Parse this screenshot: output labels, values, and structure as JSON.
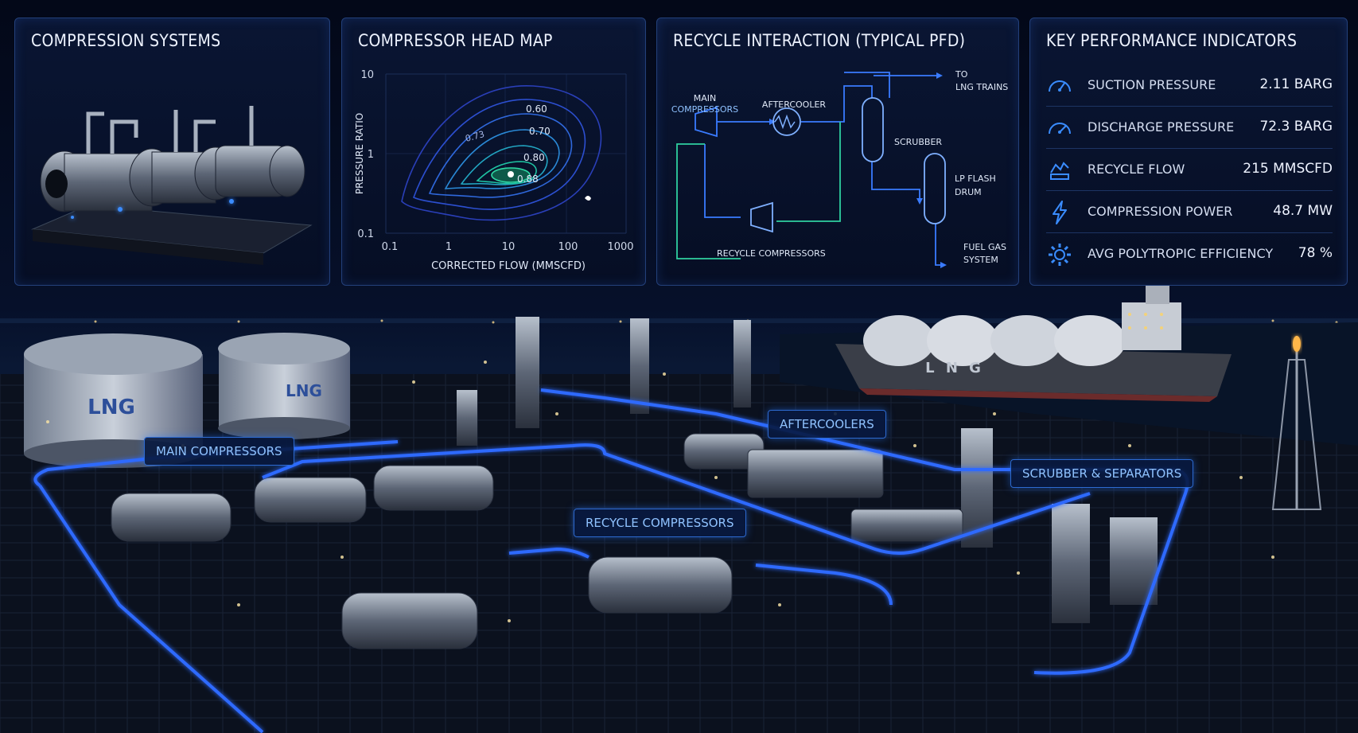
{
  "panels": {
    "compression_systems": {
      "title": "COMPRESSION SYSTEMS"
    },
    "head_map": {
      "title": "COMPRESSOR HEAD MAP",
      "y_label": "PRESSURE RATIO",
      "x_label": "CORRECTED FLOW (MMSCFD)",
      "y_ticks": [
        "10",
        "1",
        "0.1"
      ],
      "x_ticks": [
        "0.1",
        "1",
        "10",
        "100",
        "1000"
      ],
      "contours": [
        "0.60",
        "0.70",
        "0.80",
        "0.88",
        "0.73"
      ]
    },
    "pfd": {
      "title": "RECYCLE INTERACTION (TYPICAL PFD)",
      "main_label_1": "MAIN",
      "main_label_2": "COMPRESSORS",
      "aftercooler": "AFTERCOOLER",
      "scrubber": "SCRUBBER",
      "to_1": "TO",
      "to_2": "LNG TRAINS",
      "lp_1": "LP FLASH",
      "lp_2": "DRUM",
      "recycle": "RECYCLE COMPRESSORS",
      "fuel_1": "FUEL GAS",
      "fuel_2": "SYSTEM"
    },
    "kpi": {
      "title": "KEY PERFORMANCE INDICATORS",
      "rows": [
        {
          "label": "SUCTION PRESSURE",
          "value": "2.11 BARG",
          "icon": "gauge-icon"
        },
        {
          "label": "DISCHARGE PRESSURE",
          "value": "72.3 BARG",
          "icon": "gauge-icon"
        },
        {
          "label": "RECYCLE FLOW",
          "value": "215 MMSCFD",
          "icon": "recycle-flow-icon"
        },
        {
          "label": "COMPRESSION POWER",
          "value": "48.7 MW",
          "icon": "lightning-icon"
        },
        {
          "label": "AVG POLYTROPIC EFFICIENCY",
          "value": "78 %",
          "icon": "gear-icon"
        }
      ]
    }
  },
  "scene": {
    "tank_label": "LNG",
    "ship_label": "L N G",
    "tags": {
      "main": "MAIN COMPRESSORS",
      "aftercoolers": "AFTERCOOLERS",
      "recycle": "RECYCLE COMPRESSORS",
      "scrubber": "SCRUBBER & SEPARATORS"
    }
  },
  "colors": {
    "accent": "#2f6bff",
    "glow": "#3b82ff",
    "green": "#2fd0a0",
    "panel_border": "#23407a"
  }
}
